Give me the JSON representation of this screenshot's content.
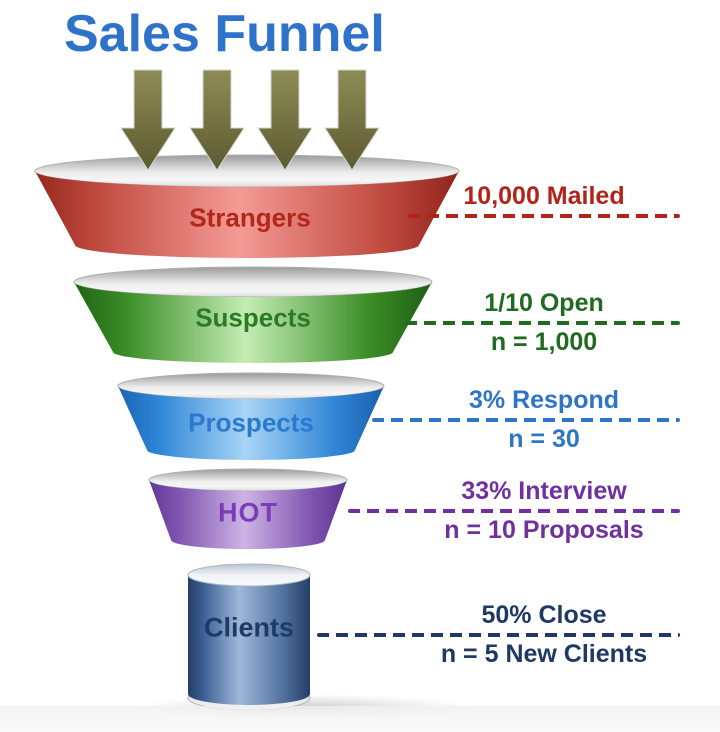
{
  "title": {
    "text": "Sales Funnel",
    "color": "#2E73C9"
  },
  "inflow_arrows": {
    "count": 4,
    "color": "#716F3D",
    "direction": "down"
  },
  "funnel": {
    "stages": [
      {
        "name": "strangers",
        "label": "Strangers",
        "body_color": "#B5342A",
        "highlight_color": "#F59A94",
        "label_color": "#B3261B",
        "annotation": {
          "line1": "10,000 Mailed",
          "line2": "",
          "color": "#B22318"
        }
      },
      {
        "name": "suspects",
        "label": "Suspects",
        "body_color": "#3C8F28",
        "highlight_color": "#C4EDB4",
        "label_color": "#2C7A28",
        "annotation": {
          "line1": "1/10 Open",
          "line2": "n = 1,000",
          "color": "#1F6B1F"
        }
      },
      {
        "name": "prospects",
        "label": "Prospects",
        "body_color": "#2F85D6",
        "highlight_color": "#A8D5F7",
        "label_color": "#2B79CE",
        "annotation": {
          "line1": "3% Respond",
          "line2": "n = 30",
          "color": "#2E74C8"
        }
      },
      {
        "name": "hot",
        "label": "HOT",
        "body_color": "#7F55B0",
        "highlight_color": "#CDB4E4",
        "label_color": "#7C3CB6",
        "annotation": {
          "line1": "33% Interview",
          "line2": "n = 10 Proposals",
          "color": "#7030A0"
        }
      },
      {
        "name": "clients",
        "label": "Clients",
        "body_color": "#3A5E92",
        "highlight_color": "#9FB8DA",
        "label_color": "#1E3A66",
        "annotation": {
          "line1": "50% Close",
          "line2": "n = 5 New Clients",
          "color": "#1F3864"
        }
      }
    ]
  },
  "chart_data": {
    "type": "funnel",
    "title": "Sales Funnel",
    "stages": [
      "Strangers",
      "Suspects",
      "Prospects",
      "HOT",
      "Clients"
    ],
    "values": [
      10000,
      1000,
      30,
      10,
      5
    ],
    "value_labels": [
      "10,000 Mailed",
      "1/10 Open n = 1,000",
      "3% Respond n = 30",
      "33% Interview n = 10 Proposals",
      "50% Close n = 5 New Clients"
    ]
  }
}
